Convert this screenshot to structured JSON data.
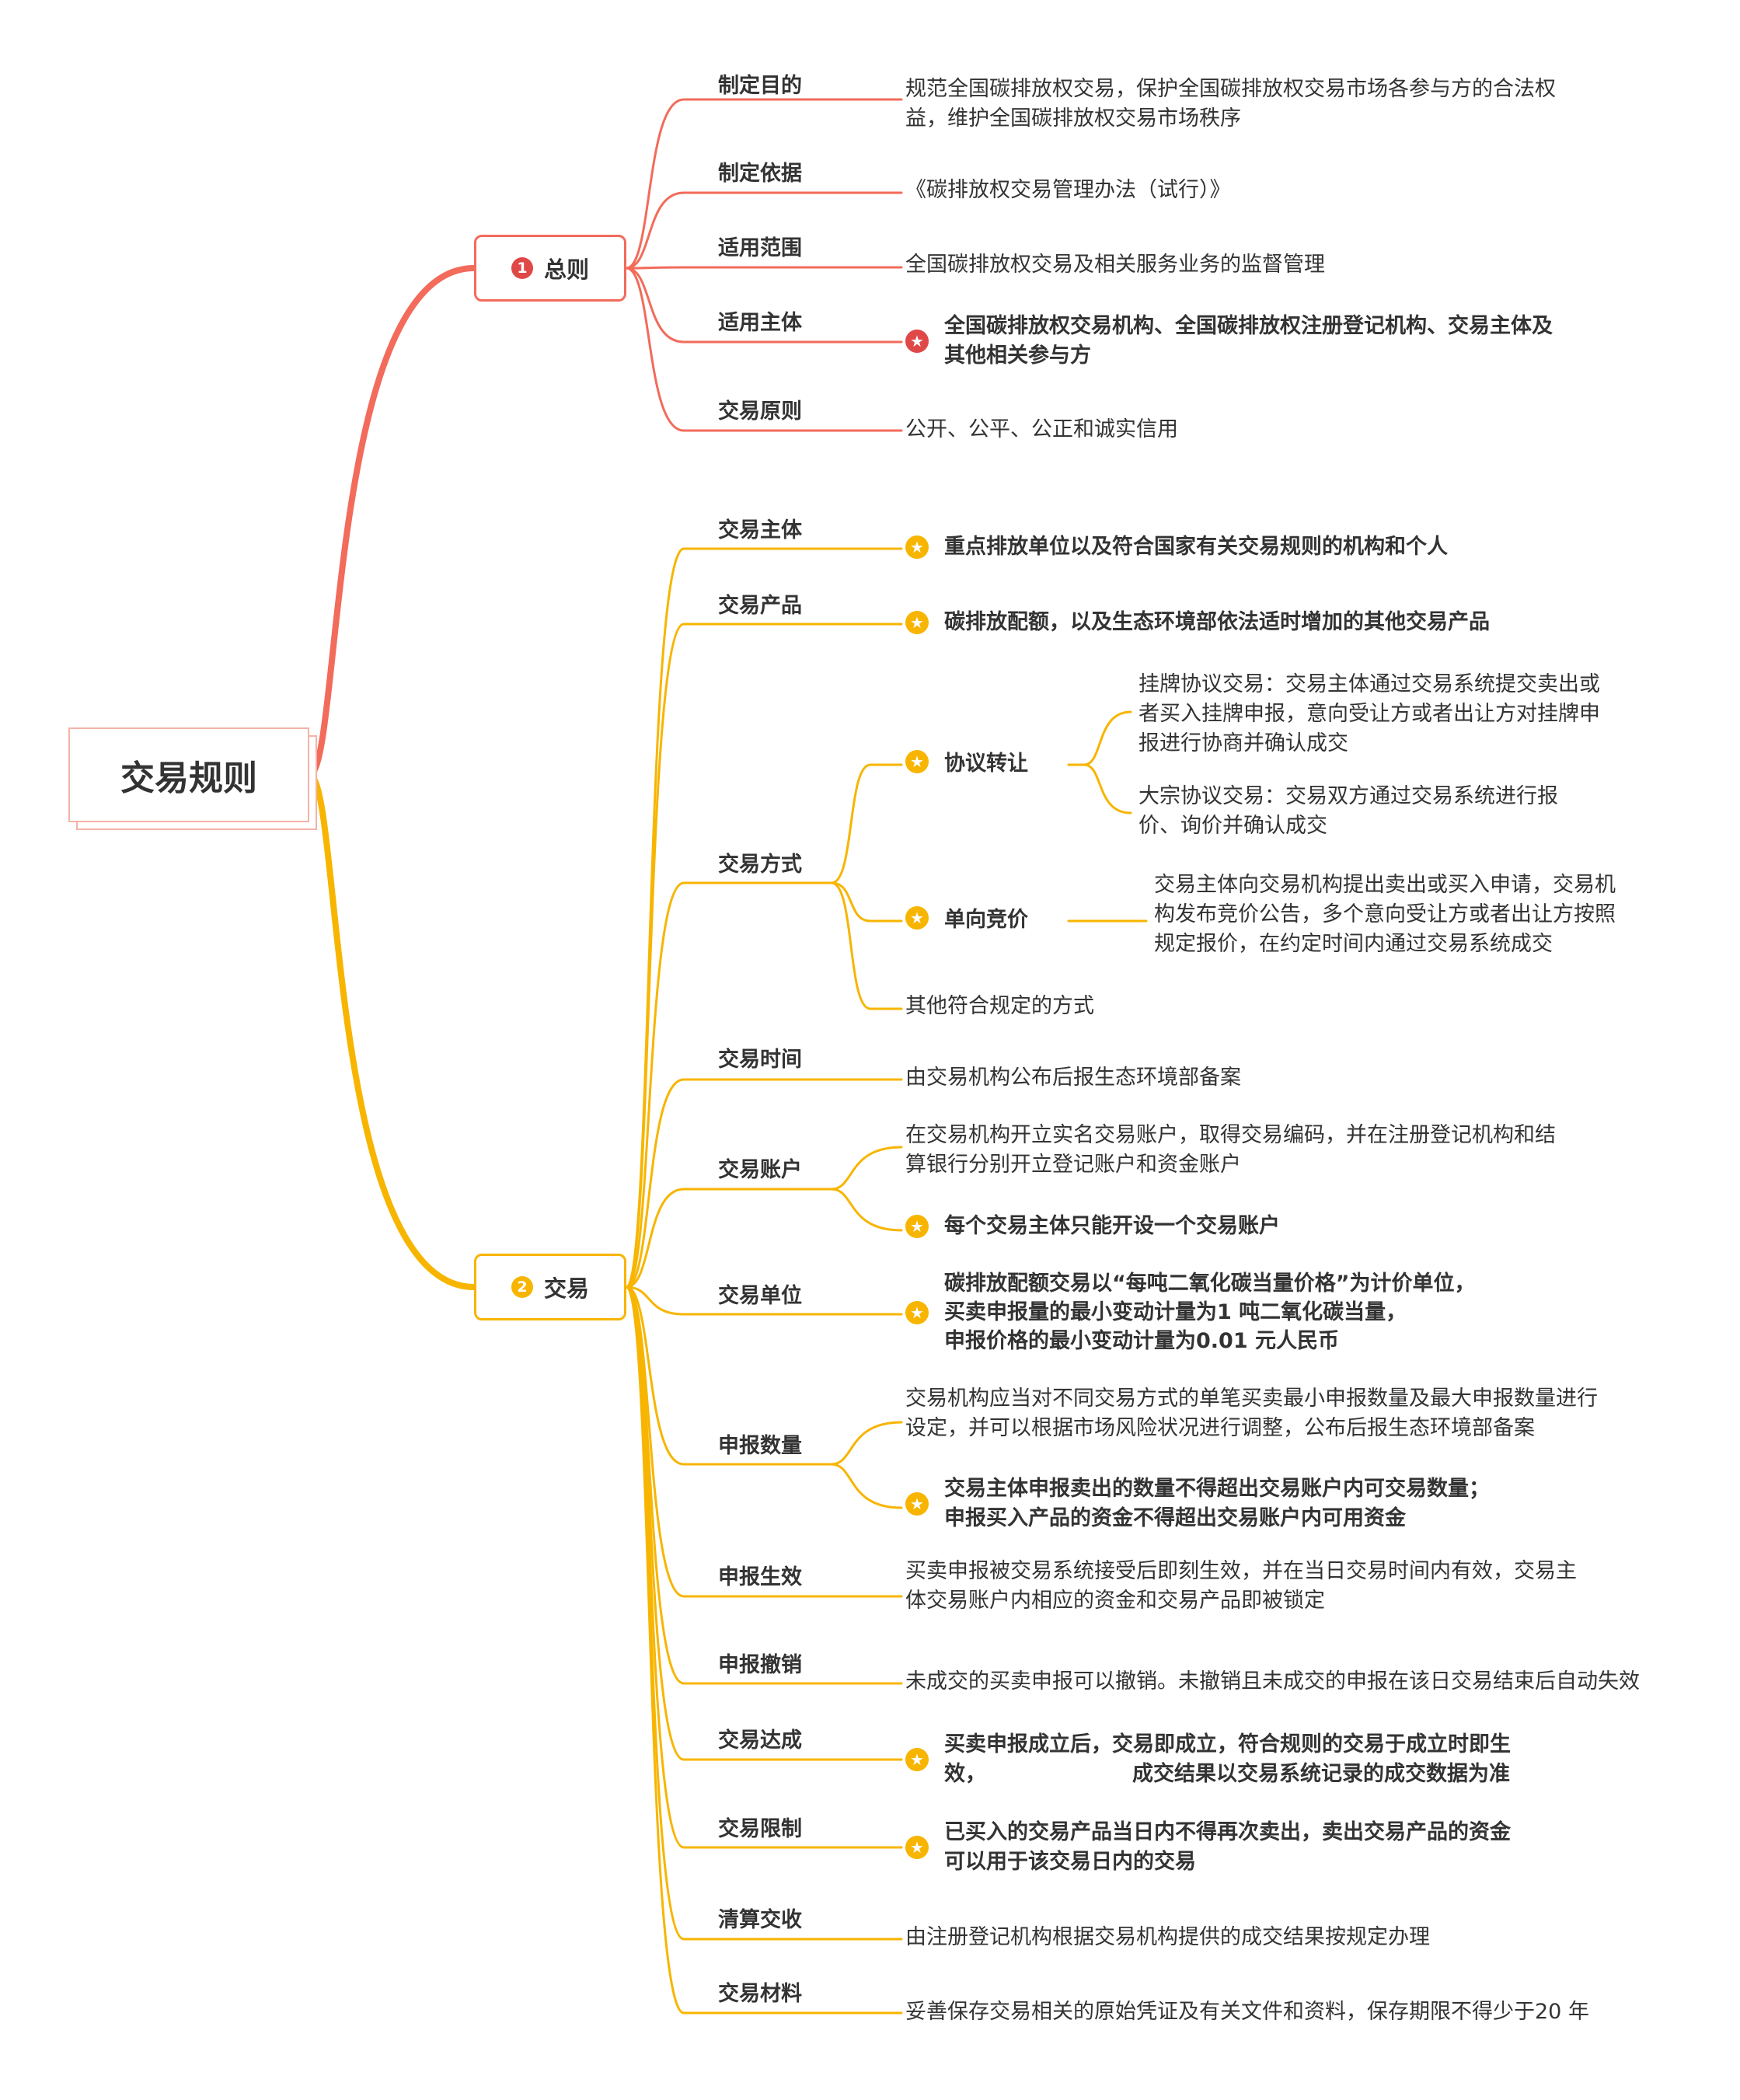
{
  "root": {
    "label": "交易规则"
  },
  "branches": [
    {
      "num": "1",
      "label": "总则",
      "color": "#f26b5b",
      "children": [
        {
          "label": "制定目的",
          "detail": {
            "text": "规范全国碳排放权交易，保护全国碳排放权交易市场各参与方的合法权益，维护全国碳排放权交易市场秩序",
            "bold": false,
            "icon": ""
          }
        },
        {
          "label": "制定依据",
          "detail": {
            "text": "《碳排放权交易管理办法（试行）》",
            "bold": false,
            "icon": ""
          }
        },
        {
          "label": "适用范围",
          "detail": {
            "text": "全国碳排放权交易及相关服务业务的监督管理",
            "bold": false,
            "icon": ""
          }
        },
        {
          "label": "适用主体",
          "detail": {
            "text": "全国碳排放权交易机构、全国碳排放权注册登记机构、交易主体及其他相关参与方",
            "bold": true,
            "icon": "red-star-icon"
          }
        },
        {
          "label": "交易原则",
          "detail": {
            "text": "公开、公平、公正和诚实信用",
            "bold": false,
            "icon": ""
          }
        }
      ]
    },
    {
      "num": "2",
      "label": "交易",
      "color": "#f7b500",
      "children": [
        {
          "label": "交易主体",
          "detail": {
            "text": "重点排放单位以及符合国家有关交易规则的机构和个人",
            "bold": true,
            "icon": "yellow-star-icon"
          }
        },
        {
          "label": "交易产品",
          "detail": {
            "text": "碳排放配额，以及生态环境部依法适时增加的其他交易产品",
            "bold": true,
            "icon": "yellow-star-icon"
          }
        },
        {
          "label": "交易方式",
          "methods": [
            {
              "label": "协议转让",
              "items": [
                "挂牌协议交易：交易主体通过交易系统提交卖出或者买入挂牌申报，意向受让方或者出让方对挂牌申报进行协商并确认成交",
                "大宗协议交易：交易双方通过交易系统进行报价、询价并确认成交"
              ]
            },
            {
              "label": "单向竞价",
              "items": [
                "交易主体向交易机构提出卖出或买入申请，交易机构发布竞价公告，多个意向受让方或者出让方按照规定报价，在约定时间内通过交易系统成交"
              ]
            }
          ],
          "other": "其他符合规定的方式"
        },
        {
          "label": "交易时间",
          "detail": {
            "text": "由交易机构公布后报生态环境部备案",
            "bold": false,
            "icon": ""
          }
        },
        {
          "label": "交易账户",
          "details": [
            {
              "text": "在交易机构开立实名交易账户，取得交易编码，并在注册登记机构和结算银行分别开立登记账户和资金账户",
              "bold": false,
              "icon": ""
            },
            {
              "text": "每个交易主体只能开设一个交易账户",
              "bold": true,
              "icon": "yellow-star-icon"
            }
          ]
        },
        {
          "label": "交易单位",
          "detail": {
            "lines": [
              "碳排放配额交易以“每吨二氧化碳当量价格”为计价单位，",
              "买卖申报量的最小变动计量为1 吨二氧化碳当量，",
              "申报价格的最小变动计量为0.01 元人民币"
            ],
            "bold": true,
            "icon": "yellow-star-icon"
          }
        },
        {
          "label": "申报数量",
          "details": [
            {
              "text": "交易机构应当对不同交易方式的单笔买卖最小申报数量及最大申报数量进行设定，并可以根据市场风险状况进行调整，公布后报生态环境部备案",
              "bold": false,
              "icon": ""
            },
            {
              "lines": [
                "交易主体申报卖出的数量不得超出交易账户内可交易数量；",
                "申报买入产品的资金不得超出交易账户内可用资金"
              ],
              "bold": true,
              "icon": "yellow-star-icon"
            }
          ]
        },
        {
          "label": "申报生效",
          "detail": {
            "text": "买卖申报被交易系统接受后即刻生效，并在当日交易时间内有效，交易主体交易账户内相应的资金和交易产品即被锁定",
            "bold": false,
            "icon": ""
          }
        },
        {
          "label": "申报撤销",
          "detail": {
            "text": "未成交的买卖申报可以撤销。未撤销且未成交的申报在该日交易结束后自动失效",
            "bold": false,
            "icon": ""
          }
        },
        {
          "label": "交易达成",
          "detail": {
            "lines": [
              "买卖申报成立后，交易即成立，符合规则的交易于成立时即生",
              "效，                    成交结果以交易系统记录的成交数据为准"
            ],
            "bold": true,
            "icon": "yellow-star-icon"
          }
        },
        {
          "label": "交易限制",
          "detail": {
            "text": "已买入的交易产品当日内不得再次卖出，卖出交易产品的资金可以用于该交易日内的交易",
            "bold": true,
            "icon": "yellow-star-icon"
          }
        },
        {
          "label": "清算交收",
          "detail": {
            "text": "由注册登记机构根据交易机构提供的成交结果按规定办理",
            "bold": false,
            "icon": ""
          }
        },
        {
          "label": "交易材料",
          "detail": {
            "text": "妥善保存交易相关的原始凭证及有关文件和资料，保存期限不得少于20 年",
            "bold": false,
            "icon": ""
          }
        }
      ]
    }
  ]
}
